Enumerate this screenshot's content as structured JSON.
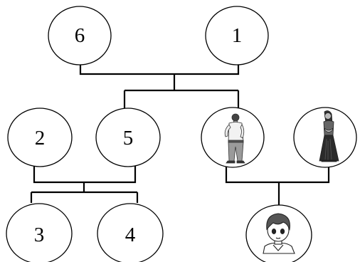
{
  "diagram": {
    "nodes": [
      {
        "id": "n6",
        "label": "6"
      },
      {
        "id": "n1",
        "label": "1"
      },
      {
        "id": "n2",
        "label": "2"
      },
      {
        "id": "n5",
        "label": "5"
      },
      {
        "id": "man",
        "label": "",
        "icon": "standing-man-icon"
      },
      {
        "id": "woman",
        "label": "",
        "icon": "standing-woman-icon"
      },
      {
        "id": "n3",
        "label": "3"
      },
      {
        "id": "n4",
        "label": "4"
      },
      {
        "id": "boy",
        "label": "",
        "icon": "boy-face-icon"
      }
    ],
    "connections": [
      {
        "parents": [
          "n6",
          "n1"
        ],
        "children": [
          "n5",
          "man"
        ]
      },
      {
        "parents": [
          "n2",
          "n5"
        ],
        "children": [
          "n3",
          "n4"
        ]
      },
      {
        "parents": [
          "man",
          "woman"
        ],
        "children": [
          "boy"
        ]
      }
    ],
    "colors": {
      "line": "#000000",
      "node_fill": "#ffffff",
      "clothing_dark": "#333333",
      "clothing_mid": "#9a9a9a"
    }
  }
}
